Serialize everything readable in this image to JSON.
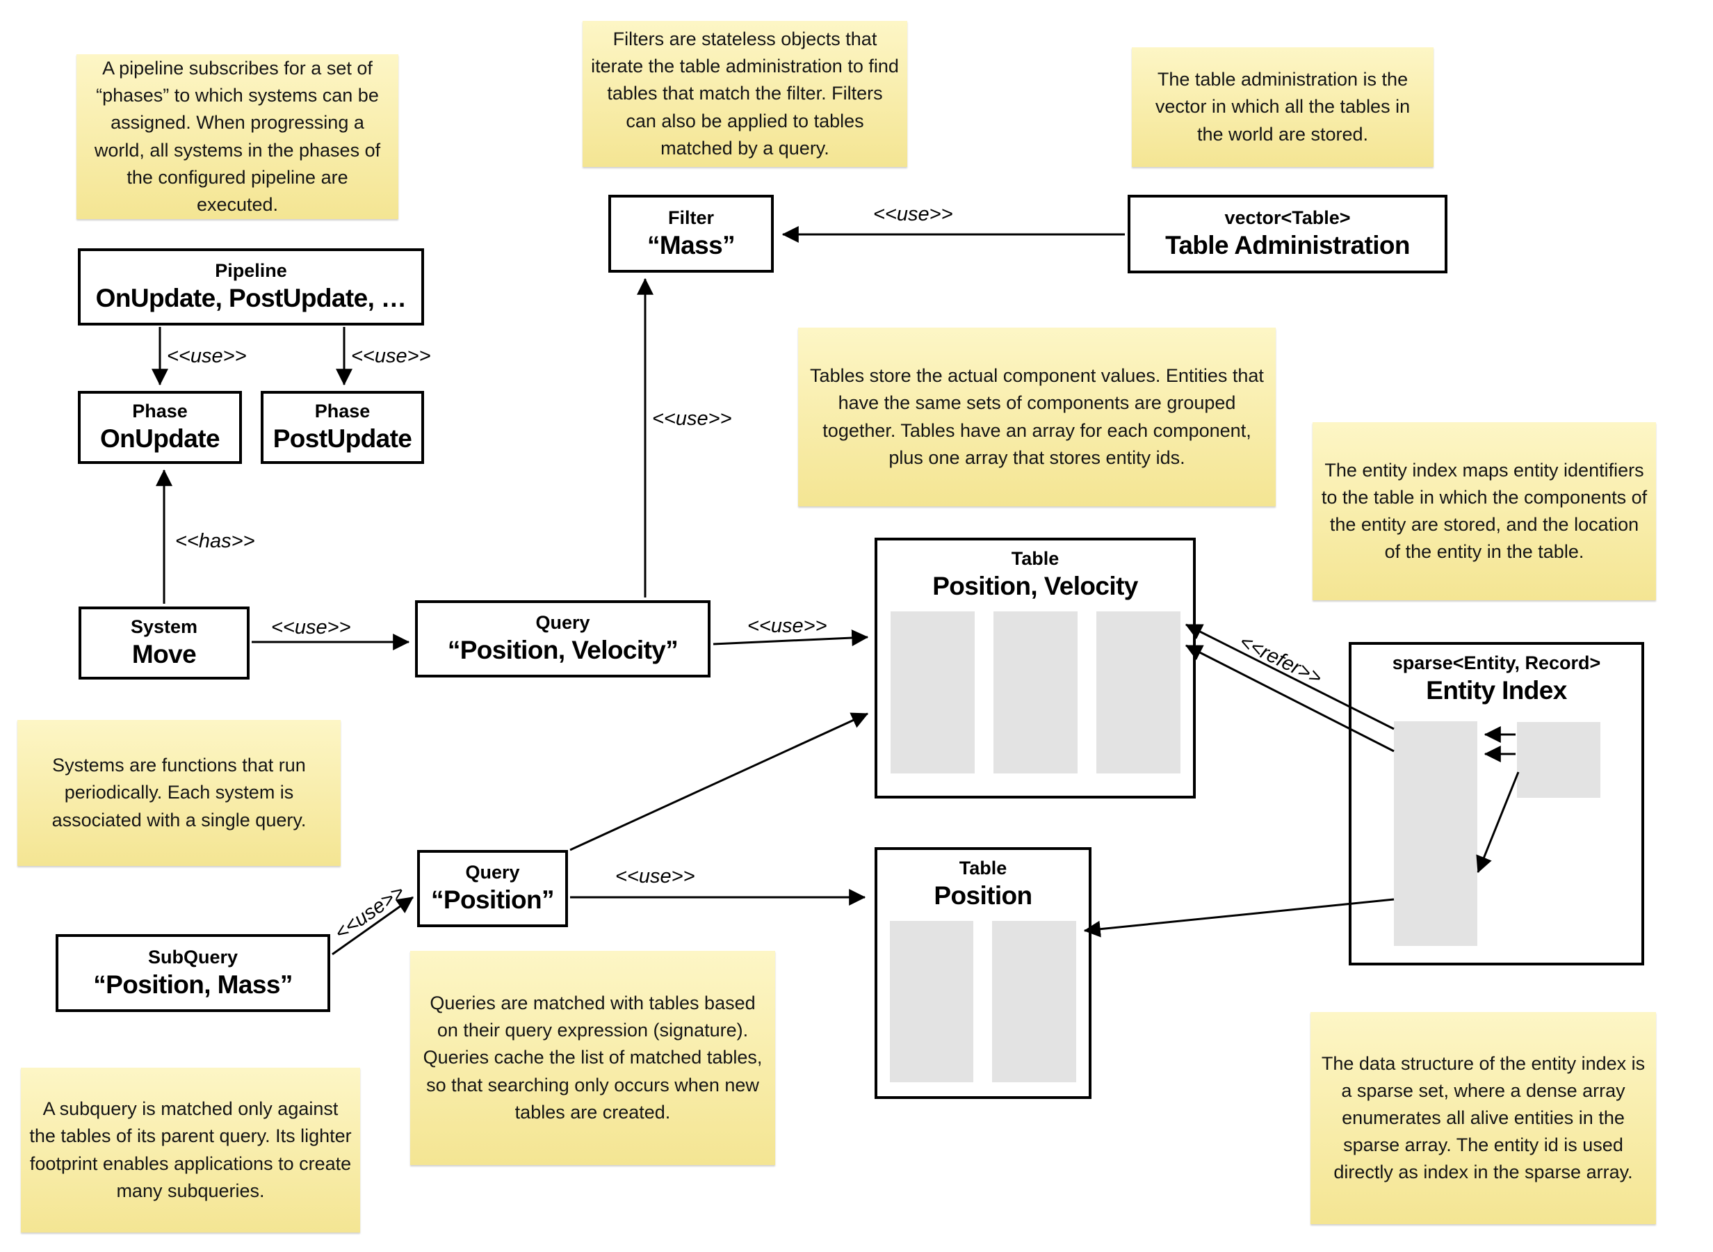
{
  "notes": {
    "pipeline": "A pipeline subscribes for a set of “phases” to which systems can be assigned. When progressing a world, all systems in the phases of the configured pipeline are executed.",
    "filters": "Filters are stateless objects that iterate the table administration to find tables that match the filter. Filters can also be applied to tables matched by a query.",
    "table_administration": "The table administration is the vector in which all the tables in the world are stored.",
    "tables": "Tables store the actual component values. Entities that have the same sets of components are grouped together. Tables have an array for each component, plus one array that stores entity ids.",
    "entity_index": "The entity index maps entity identifiers to the table in which the components of the entity are stored, and the location of the entity in the table.",
    "systems": "Systems are functions that run periodically. Each system is associated with a single query.",
    "queries": "Queries are matched with tables based on their query expression (signature). Queries cache the list of matched tables, so that searching only occurs when new tables are created.",
    "subquery": "A subquery is matched only against the tables of its parent query. Its lighter footprint enables applications to create many subqueries.",
    "sparse_set": "The data structure of the entity index is a sparse set, where a dense array enumerates all alive entities in the sparse array. The entity id is used directly as index in the sparse array."
  },
  "nodes": {
    "pipeline": {
      "stereotype": "Pipeline",
      "name": "OnUpdate, PostUpdate, …"
    },
    "phase_onupdate": {
      "stereotype": "Phase",
      "name": "OnUpdate"
    },
    "phase_postupdate": {
      "stereotype": "Phase",
      "name": "PostUpdate"
    },
    "system_move": {
      "stereotype": "System",
      "name": "Move"
    },
    "query_position_velocity": {
      "stereotype": "Query",
      "name": "“Position, Velocity”"
    },
    "filter_mass": {
      "stereotype": "Filter",
      "name": "“Mass”"
    },
    "table_administration": {
      "stereotype": "vector<Table>",
      "name": "Table Administration"
    },
    "table_position_velocity": {
      "stereotype": "Table",
      "name": "Position, Velocity"
    },
    "query_position": {
      "stereotype": "Query",
      "name": "“Position”"
    },
    "subquery_position_mass": {
      "stereotype": "SubQuery",
      "name": "“Position, Mass”"
    },
    "table_position": {
      "stereotype": "Table",
      "name": "Position"
    },
    "entity_index": {
      "stereotype": "sparse<Entity, Record>",
      "name": "Entity Index"
    }
  },
  "edges": {
    "pipeline_to_onupdate": {
      "label": "<<use>>"
    },
    "pipeline_to_postupdate": {
      "label": "<<use>>"
    },
    "system_to_phase": {
      "label": "<<has>>"
    },
    "system_to_query": {
      "label": "<<use>>"
    },
    "query_pv_to_filter": {
      "label": "<<use>>"
    },
    "table_admin_to_filter": {
      "label": "<<use>>"
    },
    "query_pv_to_table_pv": {
      "label": "<<use>>"
    },
    "query_pos_to_table_pos": {
      "label": "<<use>>"
    },
    "subquery_to_query_pos": {
      "label": "<<use>>"
    },
    "entity_index_to_table_pv": {
      "label": "<<refer>>"
    }
  },
  "colors": {
    "note_fill_top": "#fdf6c6",
    "note_fill_bottom": "#f4e593",
    "node_border": "#000000",
    "node_fill": "#ffffff",
    "array_fill": "#e3e3e3",
    "connector": "#000000"
  }
}
